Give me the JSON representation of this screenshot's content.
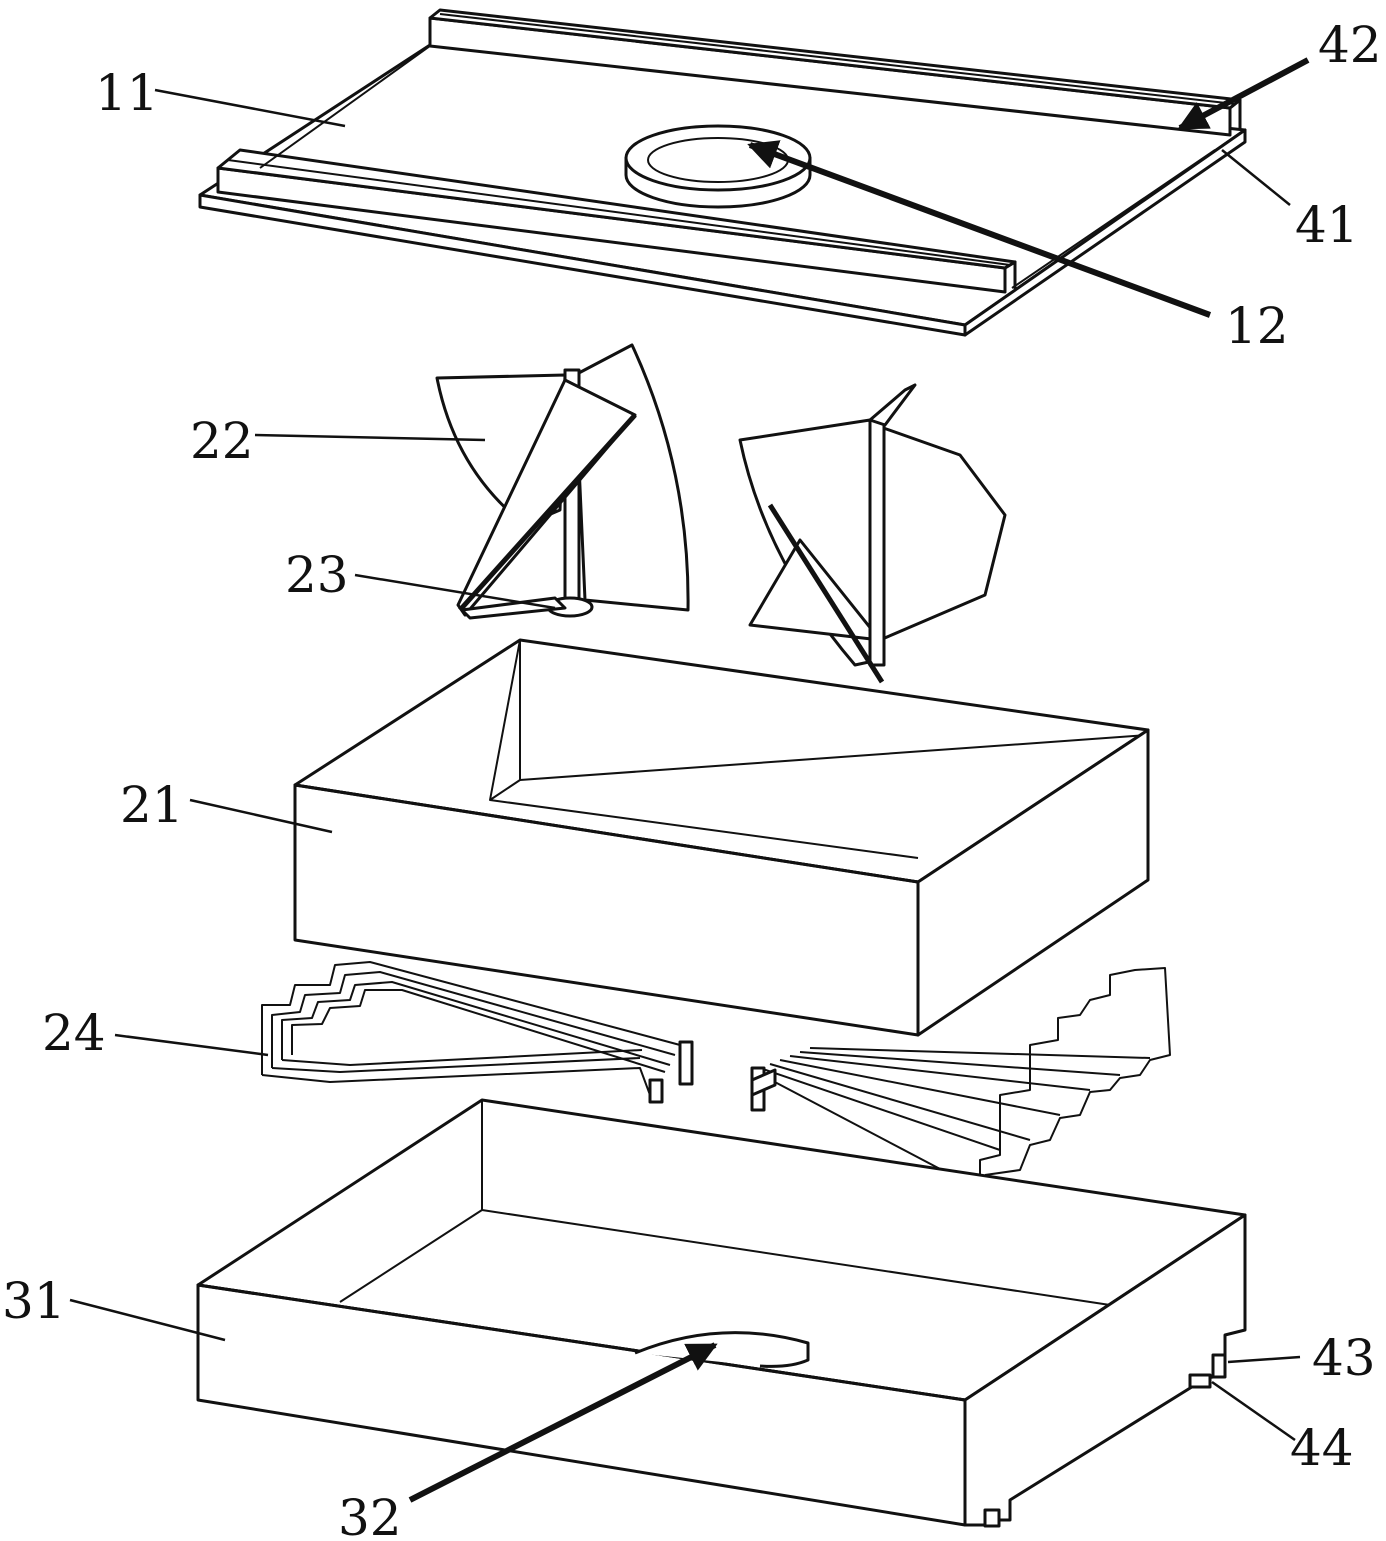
{
  "figure": {
    "labels": {
      "l11": "11",
      "l12": "12",
      "l21": "21",
      "l22": "22",
      "l23": "23",
      "l24": "24",
      "l31": "31",
      "l32": "32",
      "l41": "41",
      "l42": "42",
      "l43": "43",
      "l44": "44"
    }
  }
}
